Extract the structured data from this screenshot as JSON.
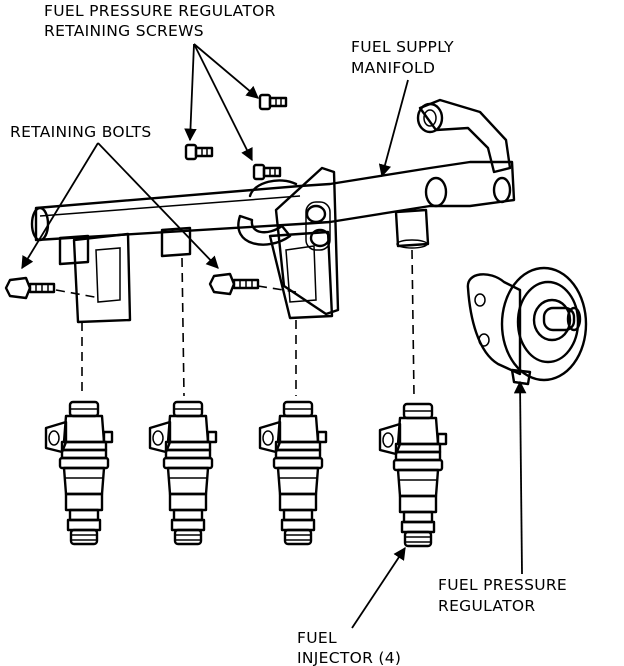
{
  "labels": {
    "regulator_screws_line1": "FUEL PRESSURE REGULATOR",
    "regulator_screws_line2": "RETAINING SCREWS",
    "supply_manifold_line1": "FUEL SUPPLY",
    "supply_manifold_line2": "MANIFOLD",
    "retaining_bolts": "RETAINING BOLTS",
    "regulator_line1": "FUEL PRESSURE",
    "regulator_line2": "REGULATOR",
    "injector_line1": "FUEL",
    "injector_line2": "INJECTOR (4)"
  }
}
